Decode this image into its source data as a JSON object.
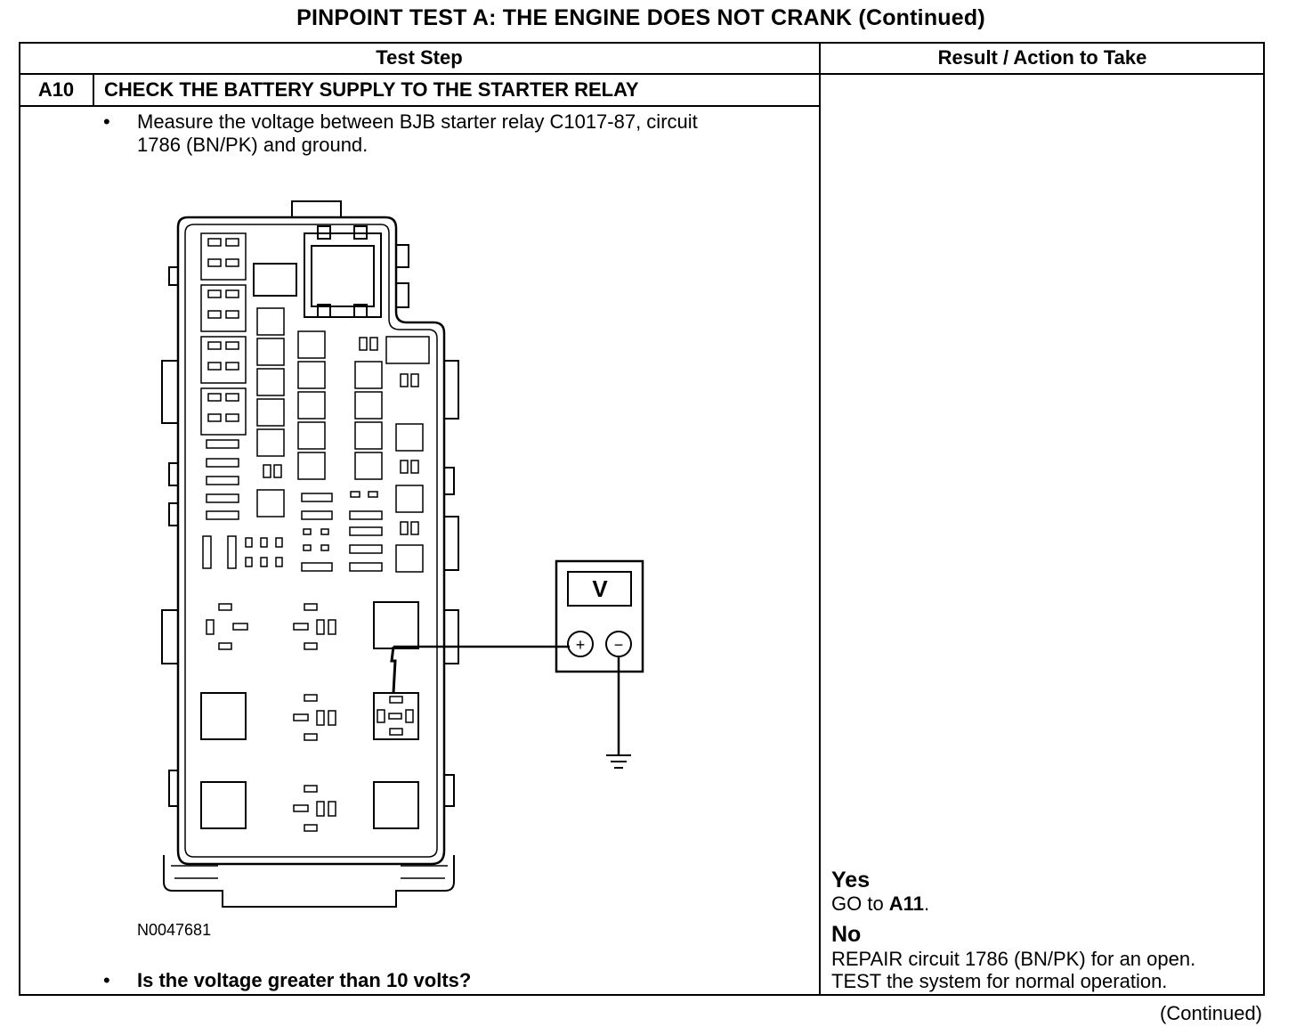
{
  "doc": {
    "title": "PINPOINT TEST  A: THE ENGINE DOES NOT CRANK (Continued)",
    "continued": "(Continued)"
  },
  "table": {
    "headers": {
      "test_step": "Test Step",
      "result": "Result / Action to Take"
    },
    "step": {
      "id": "A10",
      "heading": "CHECK THE BATTERY SUPPLY TO THE STARTER RELAY",
      "bullet_glyph": "•",
      "instruction_line1": "Measure the voltage between BJB starter relay C1017-87, circuit",
      "instruction_line2": "1786 (BN/PK) and ground.",
      "question": "Is the voltage greater than 10 volts?",
      "figure_id": "N0047681",
      "meter_symbol": "V",
      "plus": "+",
      "minus": "−"
    },
    "results": {
      "yes_label": "Yes",
      "yes_prefix": "GO to ",
      "yes_target": "A11",
      "yes_suffix": ".",
      "no_label": "No",
      "no_line1": "REPAIR circuit 1786 (BN/PK) for an open.",
      "no_line2": "TEST the system for normal operation."
    }
  }
}
